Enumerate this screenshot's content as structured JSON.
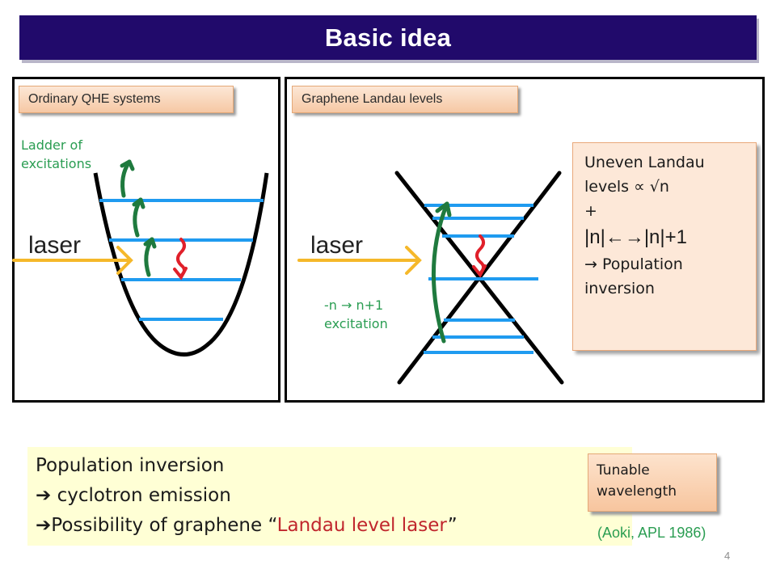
{
  "title": "Basic idea",
  "left_panel": {
    "tag": "Ordinary QHE systems",
    "note_lines": [
      "Ladder of",
      "excitations"
    ],
    "laser_label": "laser"
  },
  "right_panel": {
    "tag": "Graphene Landau levels",
    "note_lines": [
      "-n → n+1",
      "excitation"
    ],
    "laser_label": "laser",
    "info": {
      "line1": "Uneven Landau",
      "line2": "levels ∝ √n",
      "line3": "+",
      "line4": "|n|←→|n|+1",
      "line5": "→ Population",
      "line6": "inversion"
    }
  },
  "bottom": {
    "line1": "Population inversion",
    "line2": "➔ cyclotron emission",
    "line3_prefix": "➔Possibility of  graphene “",
    "line3_highlight": "Landau level laser",
    "line3_suffix": "”"
  },
  "callout": {
    "line1": "Tunable",
    "line2": "wavelength"
  },
  "citation": "(Aoki, APL 1986)",
  "page_number": "4",
  "colors": {
    "title_bg": "#210a6b",
    "level_blue": "#1f9bf0",
    "excitation_green": "#1f7a3e",
    "emission_red": "#e0202a",
    "laser_yellow": "#f5b82a",
    "note_green": "#2a9d52"
  }
}
